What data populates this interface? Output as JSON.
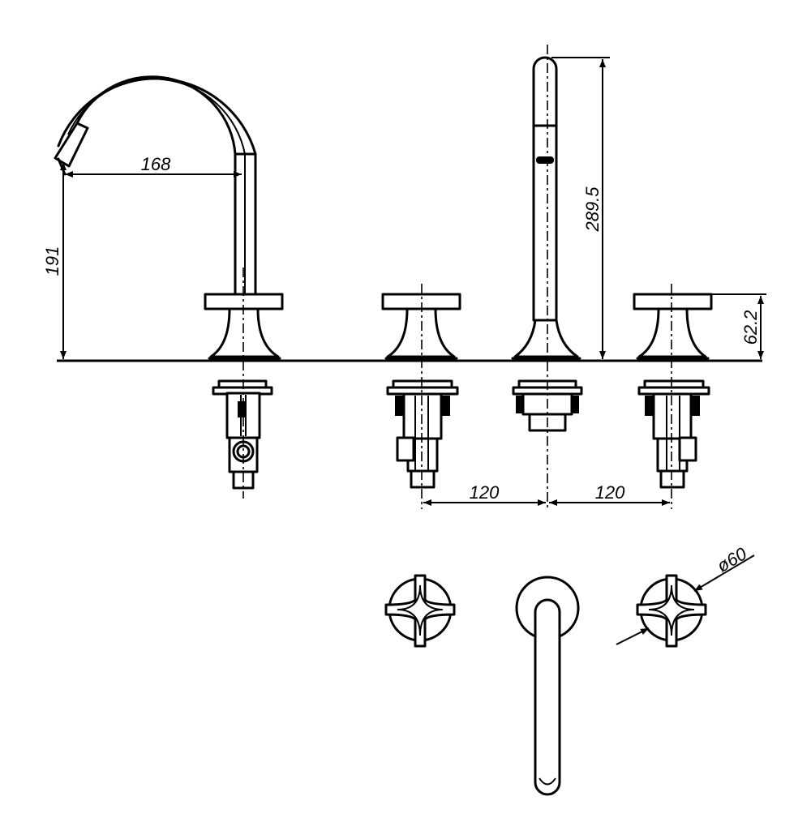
{
  "dimensions": {
    "spout_reach": "168",
    "spout_height": "191",
    "handshower_height": "289.5",
    "handle_height": "62.2",
    "spacing_left": "120",
    "spacing_right": "120",
    "handle_diameter": "ø60"
  },
  "colors": {
    "line": "#000000",
    "background": "#ffffff"
  }
}
